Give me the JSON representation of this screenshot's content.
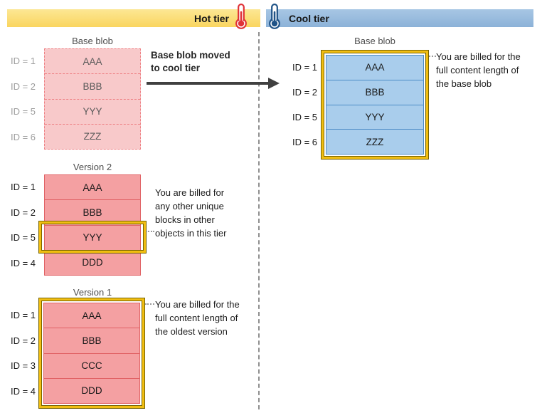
{
  "header": {
    "hot_label": "Hot tier",
    "cool_label": "Cool tier",
    "hot_icon": "thermometer-hot-icon",
    "cool_icon": "thermometer-cool-icon",
    "hot_bar_color": "#FAD55F",
    "cool_bar_color": "#8CB2D8",
    "hot_icon_color": "#E03237",
    "cool_icon_color": "#1F5387"
  },
  "hot_tier": {
    "base_blob": {
      "title": "Base blob",
      "rows": [
        {
          "id": "ID = 1",
          "block": "AAA"
        },
        {
          "id": "ID = 2",
          "block": "BBB"
        },
        {
          "id": "ID = 5",
          "block": "YYY"
        },
        {
          "id": "ID = 6",
          "block": "ZZZ"
        }
      ]
    },
    "move_note": "Base blob moved\nto cool tier",
    "version2": {
      "title": "Version 2",
      "rows": [
        {
          "id": "ID = 1",
          "block": "AAA"
        },
        {
          "id": "ID = 2",
          "block": "BBB"
        },
        {
          "id": "ID = 5",
          "block": "YYY"
        },
        {
          "id": "ID = 4",
          "block": "DDD"
        }
      ],
      "highlighted_block": "YYY",
      "annotation": "You are billed for\nany other unique\nblocks in other\nobjects in this tier"
    },
    "version1": {
      "title": "Version 1",
      "rows": [
        {
          "id": "ID = 1",
          "block": "AAA"
        },
        {
          "id": "ID = 2",
          "block": "BBB"
        },
        {
          "id": "ID = 3",
          "block": "CCC"
        },
        {
          "id": "ID = 4",
          "block": "DDD"
        }
      ],
      "annotation": "You are billed for the\nfull content length of\nthe oldest version"
    }
  },
  "cool_tier": {
    "base_blob": {
      "title": "Base blob",
      "rows": [
        {
          "id": "ID = 1",
          "block": "AAA"
        },
        {
          "id": "ID = 2",
          "block": "BBB"
        },
        {
          "id": "ID = 5",
          "block": "YYY"
        },
        {
          "id": "ID = 6",
          "block": "ZZZ"
        }
      ],
      "annotation": "You are billed for the\nfull content length of\nthe base blob"
    }
  },
  "colors": {
    "hot_block_faded_fill": "#F8C9CA",
    "hot_block_faded_border": "#EE8084",
    "hot_block_fill": "#F4A0A2",
    "hot_block_border": "#E06164",
    "cool_block_fill": "#A9CDEC",
    "cool_block_border": "#4D8CC6",
    "highlight_gold": "#F1BE12",
    "arrow_color": "#404040"
  }
}
